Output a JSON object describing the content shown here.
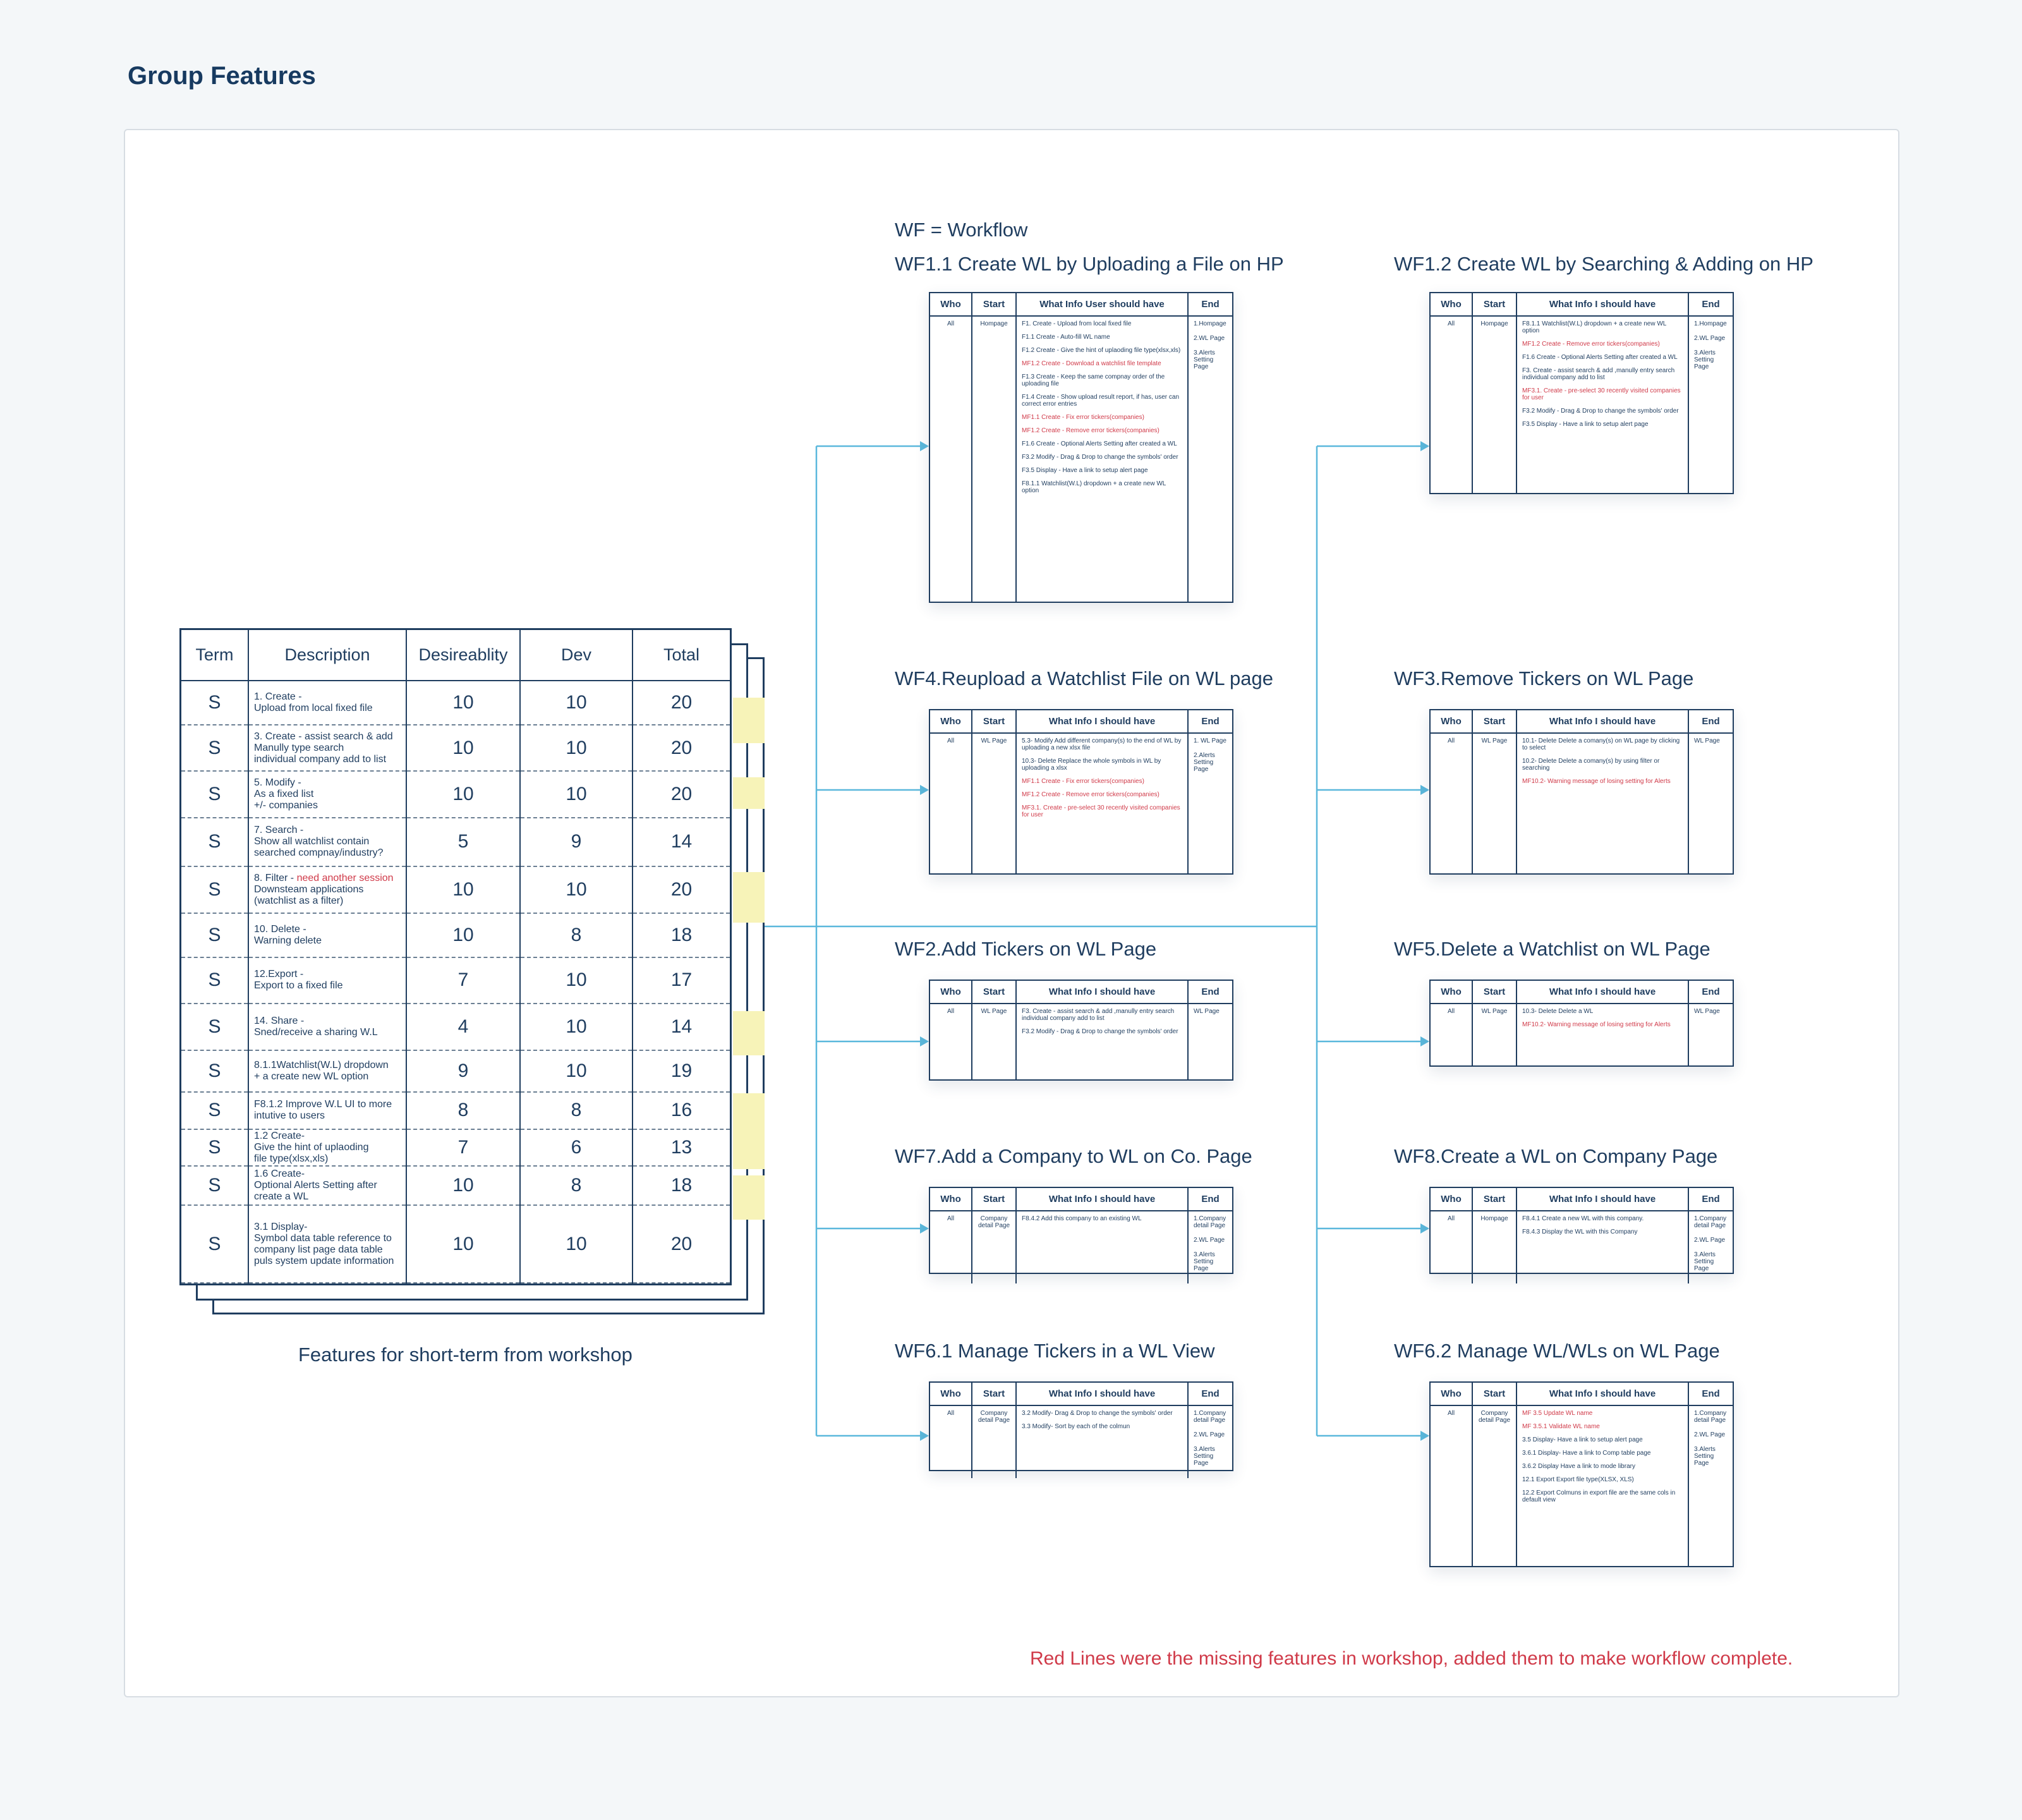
{
  "page_title": "Group Features",
  "legend_wf": "WF = Workflow",
  "feature_table": {
    "columns": [
      "Term",
      "Description",
      "Desireablity",
      "Dev",
      "Total"
    ],
    "rows": [
      {
        "term": "S",
        "desc": [
          "1. Create -",
          "Upload from local fixed file"
        ],
        "desirability": "10",
        "dev": "10",
        "total": "20"
      },
      {
        "term": "S",
        "desc": [
          "3. Create - assist search & add",
          "Manully type search",
          "individual company add to list"
        ],
        "desirability": "10",
        "dev": "10",
        "total": "20"
      },
      {
        "term": "S",
        "desc": [
          "5. Modify -",
          "As a fixed list",
          "+/- companies"
        ],
        "desirability": "10",
        "dev": "10",
        "total": "20"
      },
      {
        "term": "S",
        "desc": [
          "7. Search -",
          "Show all watchlist contain",
          "searched compnay/industry?"
        ],
        "desirability": "5",
        "dev": "9",
        "total": "14"
      },
      {
        "term": "S",
        "desc": [
          "8. Filter - ",
          "Downsteam applications",
          "(watchlist as a filter)"
        ],
        "desc_red": "need another session",
        "desirability": "10",
        "dev": "10",
        "total": "20"
      },
      {
        "term": "S",
        "desc": [
          "10. Delete -",
          "Warning delete"
        ],
        "desirability": "10",
        "dev": "8",
        "total": "18"
      },
      {
        "term": "S",
        "desc": [
          "12.Export -",
          "Export to a fixed file"
        ],
        "desirability": "7",
        "dev": "10",
        "total": "17"
      },
      {
        "term": "S",
        "desc": [
          "14. Share -",
          "Sned/receive a sharing W.L"
        ],
        "desirability": "4",
        "dev": "10",
        "total": "14"
      },
      {
        "term": "S",
        "desc": [
          "8.1.1Watchlist(W.L) dropdown",
          "+ a create new WL option"
        ],
        "desirability": "9",
        "dev": "10",
        "total": "19"
      },
      {
        "term": "S",
        "desc": [
          "F8.1.2  Improve W.L UI to more",
          "          intutive to users"
        ],
        "desirability": "8",
        "dev": "8",
        "total": "16"
      },
      {
        "term": "S",
        "desc": [
          "1.2 Create-",
          "Give the hint of uplaoding",
          "file type(xlsx,xls)"
        ],
        "desirability": "7",
        "dev": "6",
        "total": "13"
      },
      {
        "term": "S",
        "desc": [
          "1.6 Create-",
          "Optional Alerts Setting after",
          "create a WL"
        ],
        "desirability": "10",
        "dev": "8",
        "total": "18"
      },
      {
        "term": "S",
        "desc": [
          "3.1 Display-",
          "Symbol data table reference to",
          "company list page data table",
          "puls system update information"
        ],
        "desirability": "10",
        "dev": "10",
        "total": "20"
      }
    ],
    "caption": "Features for short-term from workshop"
  },
  "workflows": [
    {
      "title": "WF1.1  Create WL by Uploading a File on HP",
      "headers": [
        "Who",
        "Start",
        "What Info User should have",
        "End"
      ],
      "who": "All",
      "start": "Hompage",
      "items": [
        {
          "t": "F1. Create - Upload from local fixed file"
        },
        {
          "t": "F1.1 Create - Auto-fill WL name"
        },
        {
          "t": "F1.2 Create - Give the hint of uplaoding file type(xlsx,xls)"
        },
        {
          "t": "MF1.2 Create - Download a watchlist file template",
          "red": true
        },
        {
          "t": "F1.3 Create - Keep the same compnay order of the uploading file"
        },
        {
          "t": "F1.4 Create - Show upload result report, if has, user can correct error entries"
        },
        {
          "t": "MF1.1 Create - Fix error tickers(companies)",
          "red": true
        },
        {
          "t": "MF1.2 Create - Remove error tickers(companies)",
          "red": true
        },
        {
          "t": "F1.6 Create - Optional Alerts Setting after created a WL"
        },
        {
          "t": "F3.2 Modify - Drag & Drop to change the symbols' order"
        },
        {
          "t": "F3.5 Display - Have a link to setup alert page"
        },
        {
          "t": "F8.1.1 Watchlist(W.L) dropdown + a create new WL option"
        }
      ],
      "end": [
        "1.Hompage",
        "2.WL Page",
        "3.Alerts Setting Page"
      ]
    },
    {
      "title": "WF1.2  Create WL by Searching & Adding on HP",
      "headers": [
        "Who",
        "Start",
        "What Info I should have",
        "End"
      ],
      "who": "All",
      "start": "Hompage",
      "items": [
        {
          "t": "F8.1.1 Watchlist(W.L) dropdown + a create new WL option"
        },
        {
          "t": "MF1.2 Create - Remove error tickers(companies)",
          "red": true
        },
        {
          "t": "F1.6 Create - Optional Alerts Setting after created a WL"
        },
        {
          "t": "F3. Create - assist search & add ,manully entry search individual company add to list"
        },
        {
          "t": "MF3.1. Create - pre-select 30 recently visited companies for user",
          "red": true
        },
        {
          "t": "F3.2 Modify - Drag & Drop to change the symbols' order"
        },
        {
          "t": "F3.5 Display - Have a link to setup alert page"
        }
      ],
      "end": [
        "1.Hompage",
        "2.WL Page",
        "3.Alerts Setting Page"
      ]
    },
    {
      "title": "WF4.Reupload a Watchlist File on WL page",
      "headers": [
        "Who",
        "Start",
        "What Info I should have",
        "End"
      ],
      "who": "All",
      "start": "WL Page",
      "items": [
        {
          "t": "5.3- Modify Add different company(s) to the end of  WL by uploading a new xlsx file"
        },
        {
          "t": "10.3- Delete Replace the whole symbols in WL by uploading a xlsx"
        },
        {
          "t": "MF1.1 Create - Fix error tickers(companies)",
          "red": true
        },
        {
          "t": "MF1.2 Create - Remove error tickers(companies)",
          "red": true
        },
        {
          "t": "MF3.1. Create - pre-select 30 recently visited companies for user",
          "red": true
        }
      ],
      "end": [
        "1. WL Page",
        "2.Alerts Setting Page"
      ]
    },
    {
      "title": "WF3.Remove Tickers on WL Page",
      "headers": [
        "Who",
        "Start",
        "What Info I should have",
        "End"
      ],
      "who": "All",
      "start": "WL Page",
      "items": [
        {
          "t": "10.1- Delete Delete a comany(s) on WL page by clicking to select"
        },
        {
          "t": "10.2- Delete Delete a comany(s) by using filter or searching"
        },
        {
          "t": "MF10.2- Warning message of losing setting for Alerts",
          "red": true
        }
      ],
      "end": [
        "WL Page"
      ]
    },
    {
      "title": "WF2.Add Tickers on WL Page",
      "headers": [
        "Who",
        "Start",
        "What Info I should have",
        "End"
      ],
      "who": "All",
      "start": "WL Page",
      "items": [
        {
          "t": "F3. Create - assist search & add ,manully entry search individual company add to list"
        },
        {
          "t": "F3.2 Modify - Drag & Drop to change the symbols' order"
        }
      ],
      "end": [
        "WL Page"
      ]
    },
    {
      "title": "WF5.Delete a Watchlist on WL Page",
      "headers": [
        "Who",
        "Start",
        "What Info I should have",
        "End"
      ],
      "who": "All",
      "start": "WL Page",
      "items": [
        {
          "t": "10.3- Delete Delete a WL"
        },
        {
          "t": "MF10.2- Warning message of losing setting for Alerts",
          "red": true
        }
      ],
      "end": [
        "WL Page"
      ]
    },
    {
      "title": "WF7.Add a Company to WL on Co. Page",
      "headers": [
        "Who",
        "Start",
        "What Info I should have",
        "End"
      ],
      "who": "All",
      "start": "Company detail Page",
      "items": [
        {
          "t": "F8.4.2   Add this company to an existing WL"
        }
      ],
      "end": [
        "1.Company detail Page",
        "2.WL Page",
        "3.Alerts Setting Page"
      ]
    },
    {
      "title": "WF8.Create a WL on Company Page",
      "headers": [
        "Who",
        "Start",
        "What Info I should have",
        "End"
      ],
      "who": "All",
      "start": "Hompage",
      "items": [
        {
          "t": "F8.4.1   Create a new WL with this company."
        },
        {
          "t": "F8.4.3   Display the WL with this Company"
        }
      ],
      "end": [
        "1.Company detail Page",
        "2.WL Page",
        "3.Alerts Setting Page"
      ]
    },
    {
      "title": "WF6.1 Manage Tickers in a WL View",
      "headers": [
        "Who",
        "Start",
        "What Info I should have",
        "End"
      ],
      "who": "All",
      "start": "Company detail Page",
      "items": [
        {
          "t": "3.2 Modify- Drag & Drop to change the symbols' order"
        },
        {
          "t": "3.3 Modify- Sort by each of the colmun"
        }
      ],
      "end": [
        "1.Company detail Page",
        "2.WL Page",
        "3.Alerts Setting Page"
      ]
    },
    {
      "title": "WF6.2 Manage WL/WLs on WL Page",
      "headers": [
        "Who",
        "Start",
        "What Info I should have",
        "End"
      ],
      "who": "All",
      "start": "Company detail Page",
      "items": [
        {
          "t": "MF 3.5 Update WL name",
          "red": true
        },
        {
          "t": "MF 3.5.1 Validate WL name",
          "red": true
        },
        {
          "t": "3.5 Display- Have a link to setup alert page"
        },
        {
          "t": "3.6.1 Display- Have a link to Comp table page"
        },
        {
          "t": "3.6.2 Display Have a link to mode library"
        },
        {
          "t": "12.1 Export Export file type(XLSX, XLS)"
        },
        {
          "t": "12.2 Export Colmuns in export file are the same cols in default view"
        }
      ],
      "end": [
        "1.Company detail Page",
        "2.WL Page",
        "3.Alerts Setting Page"
      ]
    }
  ],
  "footer_note": "Red Lines were the  missing features in workshop, added them to make workflow complete.",
  "colors": {
    "accent_line": "#5bb8dc",
    "ink": "#1f3d5f",
    "red": "#d03a49",
    "highlight": "#f7f3b8"
  }
}
